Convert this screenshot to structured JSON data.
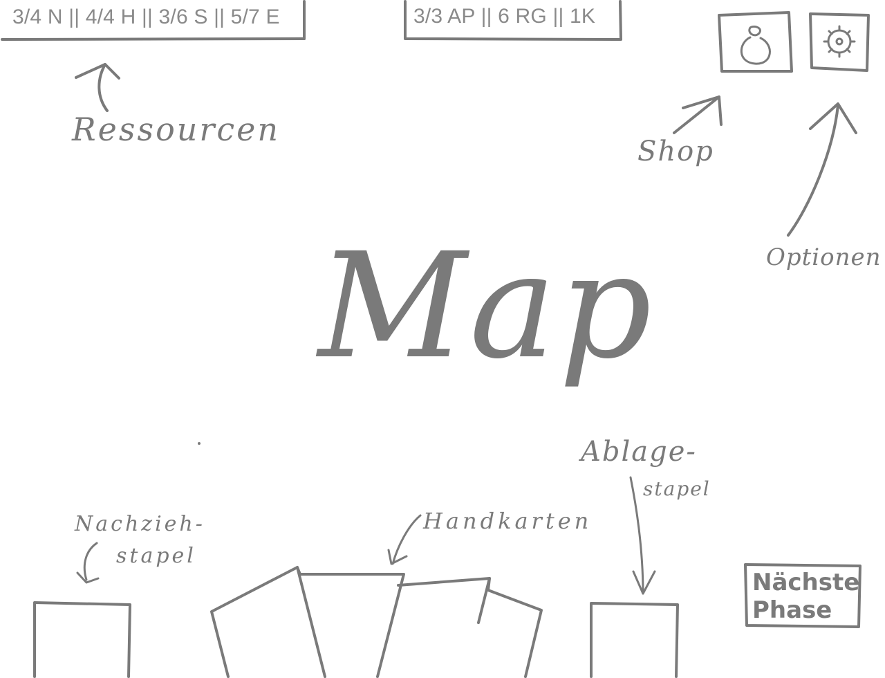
{
  "resources_bar": {
    "text": "3/4 N || 4/4 H || 3/6 S || 5/7 E"
  },
  "action_bar": {
    "text": "3/3 AP || 6 RG || 1K"
  },
  "annotations": {
    "ressourcen": "Ressourcen",
    "shop": "Shop",
    "optionen": "Optionen",
    "map": "Map",
    "nachziehstapel_line1": "Nachzieh-",
    "nachziehstapel_line2": "stapel",
    "handkarten": "Handkarten",
    "ablagestapel_line1": "Ablage-",
    "ablagestapel_line2": "stapel"
  },
  "next_phase_button": {
    "label_line1": "Nächste",
    "label_line2": "Phase"
  },
  "icons": {
    "shop": "money-bag-icon",
    "options": "gear-icon"
  },
  "colors": {
    "ink": "#7a7a7a",
    "background": "#ffffff"
  }
}
